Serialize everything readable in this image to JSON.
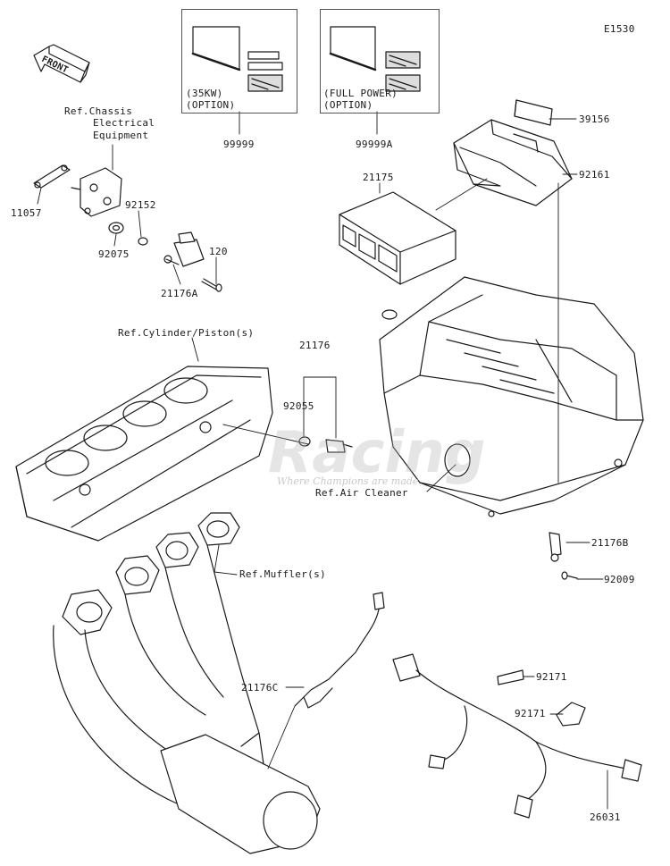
{
  "diagram_code": "E1530",
  "front_label": "FRONT",
  "watermark": {
    "brand": "Racing",
    "tagline": "Where Champions are made"
  },
  "option_boxes": [
    {
      "text_line1": "(35KW)",
      "text_line2": "(OPTION)",
      "part": "99999"
    },
    {
      "text_line1": "(FULL POWER)",
      "text_line2": "(OPTION)",
      "part": "99999A"
    }
  ],
  "references": {
    "chassis_line1": "Ref.Chassis",
    "chassis_line2": "Electrical",
    "chassis_line3": "Equipment",
    "cylinder": "Ref.Cylinder/Piston(s)",
    "air_cleaner": "Ref.Air Cleaner",
    "muffler": "Ref.Muffler(s)"
  },
  "parts": {
    "p39156": "39156",
    "p92161": "92161",
    "p21175": "21175",
    "p11057": "11057",
    "p92152": "92152",
    "p92075": "92075",
    "p120": "120",
    "p21176A": "21176A",
    "p21176": "21176",
    "p92055": "92055",
    "p21176B": "21176B",
    "p92009": "92009",
    "p92171a": "92171",
    "p92171b": "92171",
    "p21176C": "21176C",
    "p26031": "26031"
  }
}
